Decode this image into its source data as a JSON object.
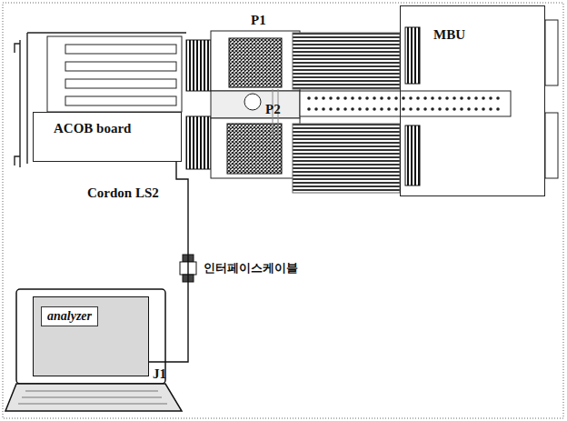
{
  "diagram": {
    "nodes": [
      {
        "text": [
          "ACOB board"
        ]
      },
      {
        "text": [
          "MBU"
        ]
      },
      {
        "text": [
          "analyzer"
        ]
      }
    ],
    "edges": [
      {
        "from": 0,
        "to": 2,
        "arrow": "none"
      }
    ],
    "labels": [
      "P1",
      "P2",
      "Cordon LS2",
      "인터페이스케이블",
      "J1"
    ]
  }
}
